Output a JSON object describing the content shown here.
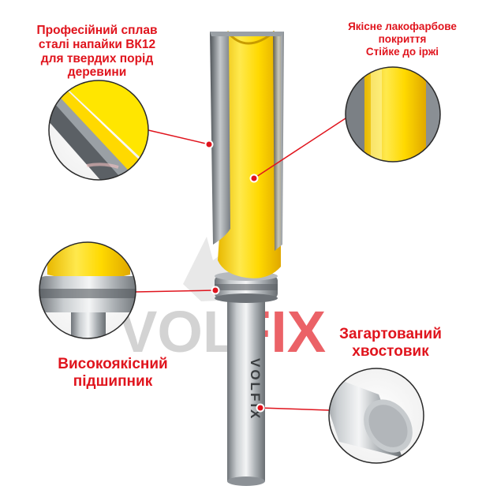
{
  "brand": {
    "watermark_left": "VOL",
    "watermark_right": "FIX",
    "shank_text": "VOLFIX",
    "watermark_gray": "#c9c9c9",
    "watermark_red": "#e8474d"
  },
  "colors": {
    "label_red": "#e0141d",
    "cutter_yellow": "#ffe100",
    "steel_gray": "#8f959a"
  },
  "labels": {
    "carbide": [
      "Професійний сплав",
      "сталі напайки ВК12",
      "для твердих порід",
      "деревини"
    ],
    "coating": [
      "Якісне лакофарбове",
      "покриття",
      "Стійке до іржі"
    ],
    "bearing": [
      "Високоякісний",
      "підшипник"
    ],
    "shank": [
      "Загартований",
      "хвостовик"
    ]
  }
}
